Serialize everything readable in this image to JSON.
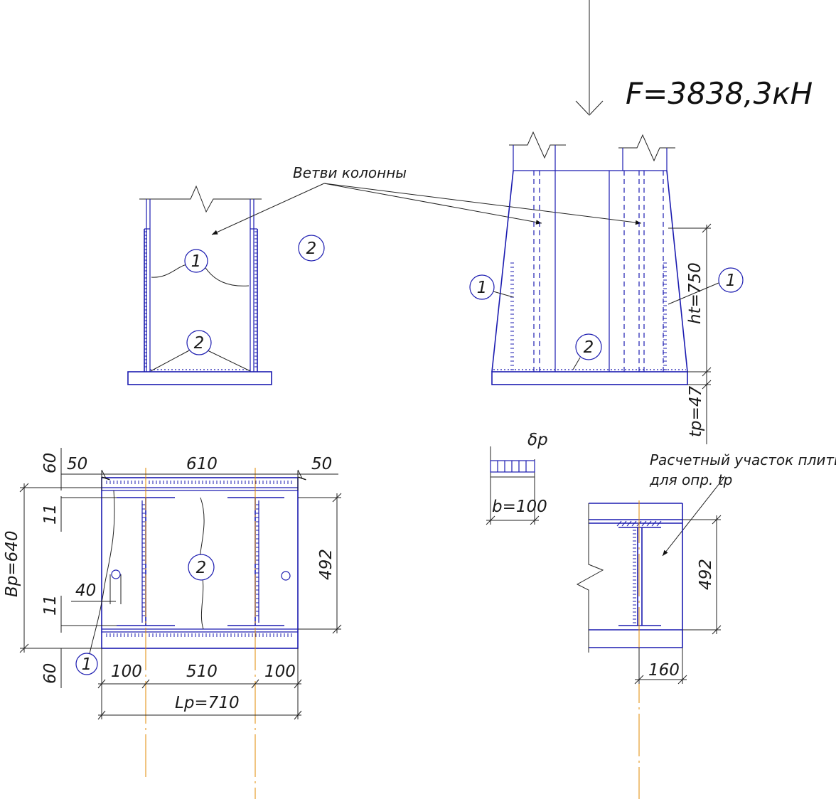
{
  "load": {
    "label": "F=3838,3кН"
  },
  "callouts": {
    "branches": "Ветви колонны",
    "calc_area_line1": "Расчетный участок плиты",
    "calc_area_line2": "для опр. tp"
  },
  "markers": {
    "weld_1": "1",
    "weld_2": "2"
  },
  "dimensions": {
    "ht": "ht=750",
    "tp": "tp=47",
    "top_left": "50",
    "top_mid": "610",
    "top_right": "50",
    "edge_top": "60",
    "edge_bottom": "60",
    "weld_top": "11",
    "weld_bottom": "11",
    "bp": "Bp=640",
    "hole_offset": "40",
    "height_492": "492",
    "bottom_left": "100",
    "bottom_mid": "510",
    "bottom_right": "100",
    "lp": "Lp=710",
    "plate_thickness": "δр",
    "strip_width": "b=100",
    "calc_height": "492",
    "calc_width": "160"
  },
  "colors": {
    "geometry": "#1b1bb0",
    "axis": "#e08a00",
    "text": "#1a1a1a"
  }
}
